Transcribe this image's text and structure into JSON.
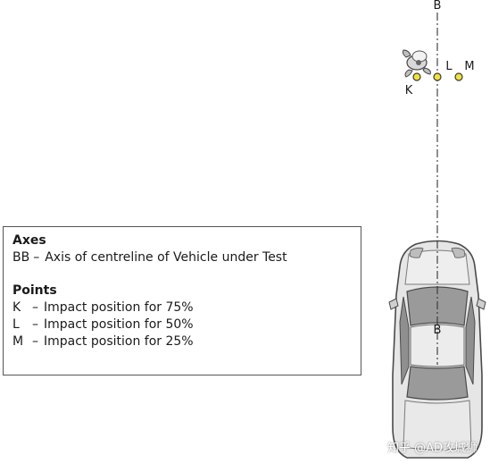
{
  "axis": {
    "top_label": "B",
    "bottom_label": "B"
  },
  "points": [
    {
      "id": "K",
      "label": "K"
    },
    {
      "id": "L",
      "label": "L"
    },
    {
      "id": "M",
      "label": "M"
    }
  ],
  "legend": {
    "axes_heading": "Axes",
    "axes_items": [
      {
        "code": "BB",
        "dash": "–",
        "text": "Axis of centreline of Vehicle under Test"
      }
    ],
    "points_heading": "Points",
    "points_items": [
      {
        "code": "K",
        "dash": "–",
        "text": "Impact position for 75%"
      },
      {
        "code": "L",
        "dash": "–",
        "text": "Impact position for 50%"
      },
      {
        "code": "M",
        "dash": "–",
        "text": "Impact position for 25%"
      }
    ]
  },
  "watermark": "知乎 @AD攻城狮",
  "colors": {
    "impact_point_fill": "#f3e23a",
    "impact_point_stroke": "#3a3a3a",
    "axis_line": "#333333",
    "vehicle_body": "#e6e6e6",
    "vehicle_outline": "#4a4a4a",
    "glass": "#9a9a9a"
  },
  "icons": {
    "pedestrian": "pedestrian-headform-icon",
    "vehicle": "car-top-view-icon"
  }
}
